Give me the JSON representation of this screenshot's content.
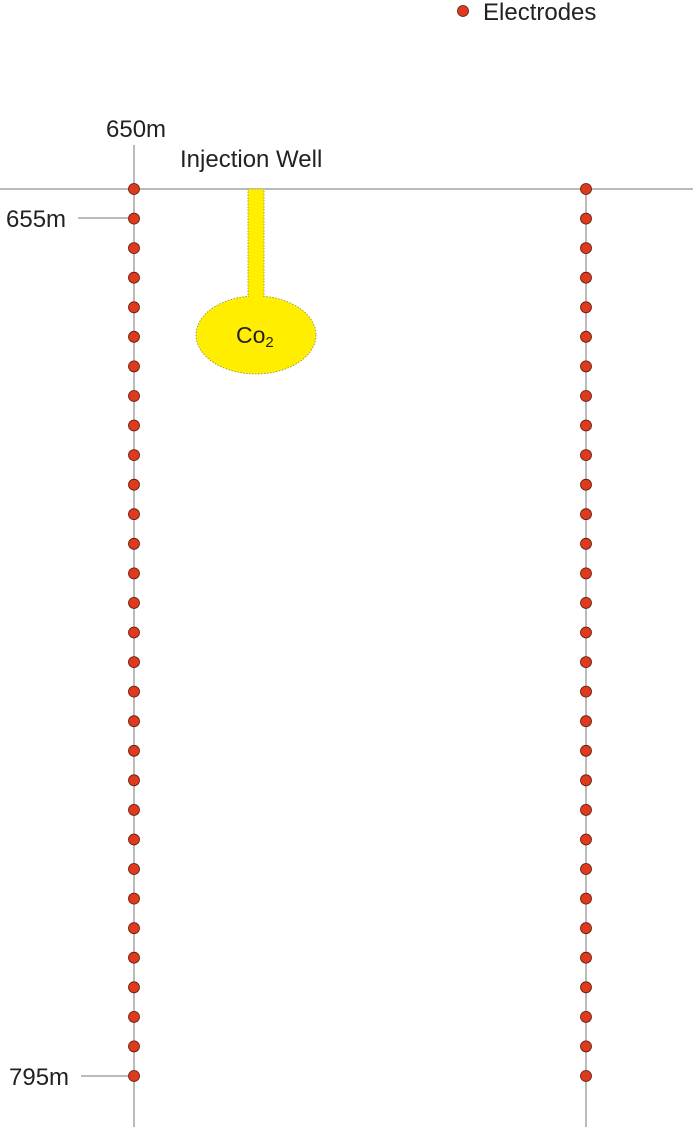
{
  "legend": {
    "label": "Electrodes",
    "marker_color": "#e03a1e"
  },
  "labels": {
    "top_depth": "650m",
    "second_depth": "655m",
    "bottom_depth": "795m",
    "injection_well": "Injection Well",
    "plume_main": "Co",
    "plume_sub": "2"
  },
  "colors": {
    "electrode_fill": "#e03a1e",
    "electrode_stroke": "#5a1a0c",
    "line": "#777777",
    "plume_fill": "#ffee00",
    "plume_stroke": "#8a8a3a"
  },
  "boreholes": [
    {
      "name": "left-borehole",
      "electrode_count": 31
    },
    {
      "name": "right-borehole",
      "electrode_count": 31
    }
  ]
}
